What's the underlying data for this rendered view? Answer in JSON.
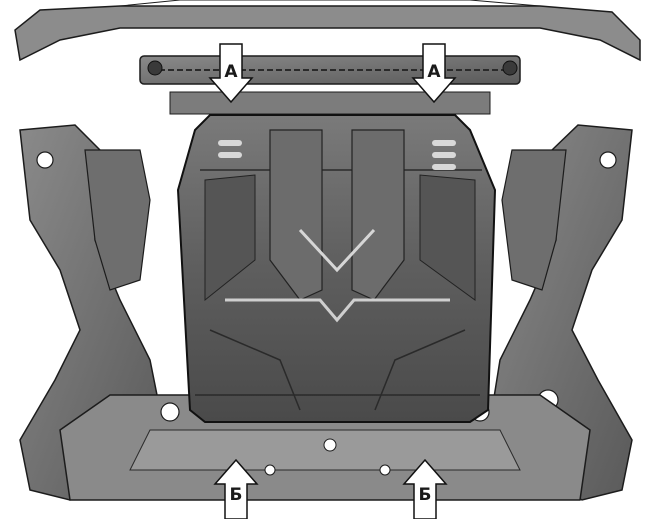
{
  "diagram": {
    "markers": {
      "a_left": "А",
      "a_right": "А",
      "b_left": "Б",
      "b_right": "Б"
    },
    "colors": {
      "skid_plate": "#6a6a6a",
      "frame": "#7a7a7a",
      "outline": "#1c1c1c",
      "background": "#ffffff"
    }
  }
}
